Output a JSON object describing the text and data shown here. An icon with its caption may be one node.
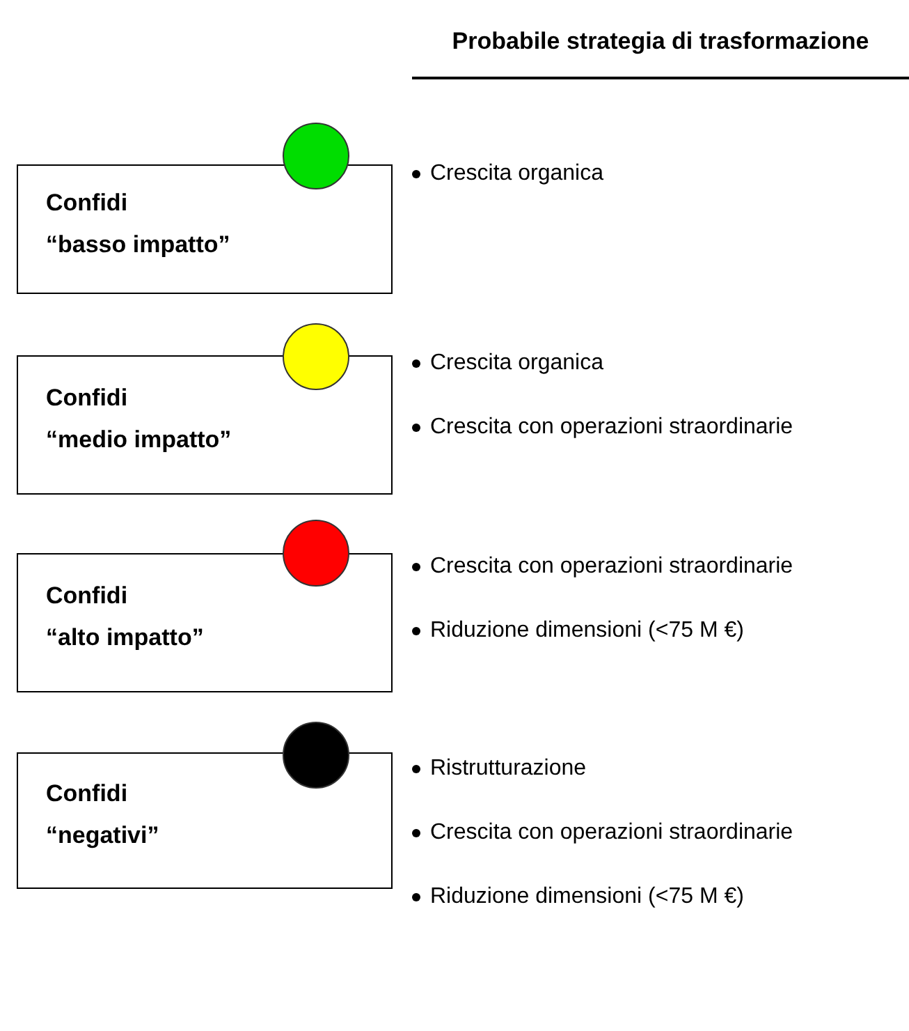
{
  "diagram": {
    "title": "Probabile strategia di trasformazione",
    "nodes": [
      {
        "text": [
          "Confidi",
          "“basso impatto”"
        ]
      },
      {
        "text": [
          "Confidi",
          "“medio impatto”"
        ]
      },
      {
        "text": [
          "Confidi",
          "“alto impatto”"
        ]
      },
      {
        "text": [
          "Confidi",
          "“negativi”"
        ]
      }
    ],
    "edges": [],
    "labels": [
      "Crescita organica",
      "Crescita organica",
      "Crescita con operazioni straordinarie",
      "Crescita con operazioni straordinarie",
      "Riduzione dimensioni (<75 M €)",
      "Ristrutturazione",
      "Crescita con operazioni straordinarie",
      "Riduzione dimensioni (<75 M €)"
    ]
  }
}
